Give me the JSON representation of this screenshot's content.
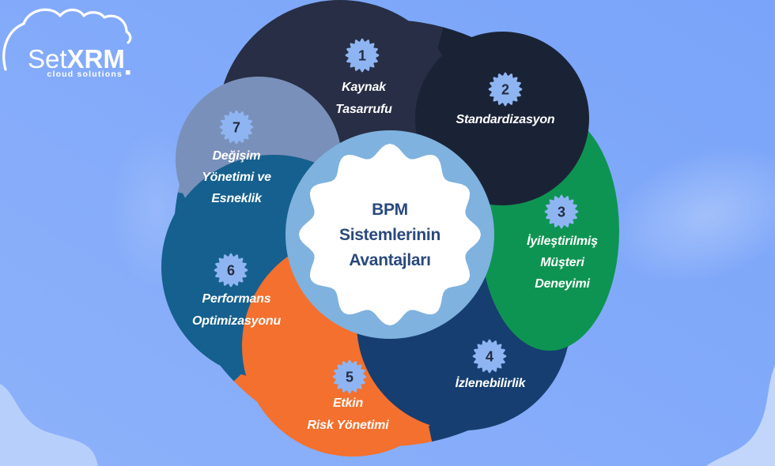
{
  "background": {
    "sky_top": "#79a4f9",
    "sky_bottom": "#8db1fa",
    "corner_cloud_color": "#c2d6fc"
  },
  "logo": {
    "brand_light": "Set",
    "brand_bold": "XRM",
    "tagline": "cloud solutions",
    "color": "#ffffff"
  },
  "center": {
    "title_lines": [
      "BPM",
      "Sistemlerinin",
      "Avantajları"
    ],
    "title_color": "#29497d",
    "ring_color": "#7fb2de",
    "scallop_color": "#ffffff"
  },
  "badge": {
    "fill": "#8eb5f2",
    "number_color": "#252c41"
  },
  "label_color": "#ffffff",
  "segments": [
    {
      "number": "1",
      "color": "#272e45",
      "lines": [
        "Kaynak",
        "Tasarrufu"
      ]
    },
    {
      "number": "2",
      "color": "#1a2336",
      "lines": [
        "Standardizasyon"
      ]
    },
    {
      "number": "3",
      "color": "#0e9452",
      "lines": [
        "İyileştirilmiş",
        "Müşteri",
        "Deneyimi"
      ]
    },
    {
      "number": "4",
      "color": "#163e70",
      "lines": [
        "İzlenebilirlik"
      ]
    },
    {
      "number": "5",
      "color": "#f3702e",
      "lines": [
        "Etkin",
        "Risk Yönetimi"
      ]
    },
    {
      "number": "6",
      "color": "#15608e",
      "lines": [
        "Performans",
        "Optimizasyonu"
      ]
    },
    {
      "number": "7",
      "color": "#7990ba",
      "lines": [
        "Değişim",
        "Yönetimi ve",
        "Esneklik"
      ]
    }
  ]
}
